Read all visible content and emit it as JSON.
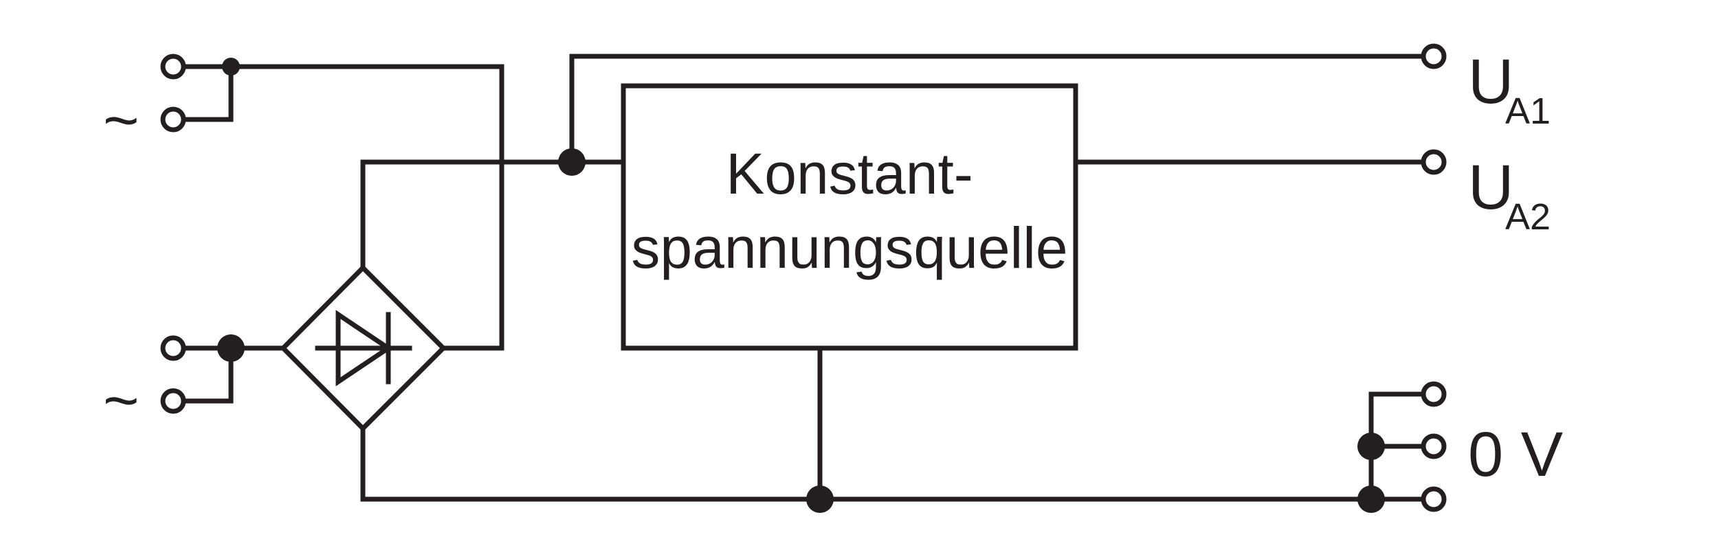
{
  "diagram": {
    "box_line1": "Konstant-",
    "box_line2": "spannungsquelle",
    "ac_symbol_top": "~",
    "ac_symbol_bottom": "~",
    "output_a1_main": "U",
    "output_a1_sub": "A1",
    "output_a2_main": "U",
    "output_a2_sub": "A2",
    "zero_volt_label": "0 V"
  },
  "colors": {
    "line": "#231f20",
    "background": "#ffffff"
  }
}
